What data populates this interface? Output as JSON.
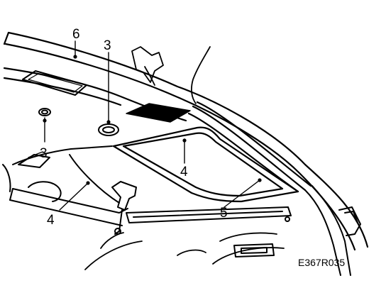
{
  "diagram": {
    "reference_code": "E367R035",
    "callouts": [
      {
        "id": "c6",
        "label": "6"
      },
      {
        "id": "c3-top",
        "label": "3"
      },
      {
        "id": "c3-left",
        "label": "3"
      },
      {
        "id": "c4-right",
        "label": "4"
      },
      {
        "id": "c4-left",
        "label": "4"
      },
      {
        "id": "c5",
        "label": "5"
      }
    ]
  }
}
